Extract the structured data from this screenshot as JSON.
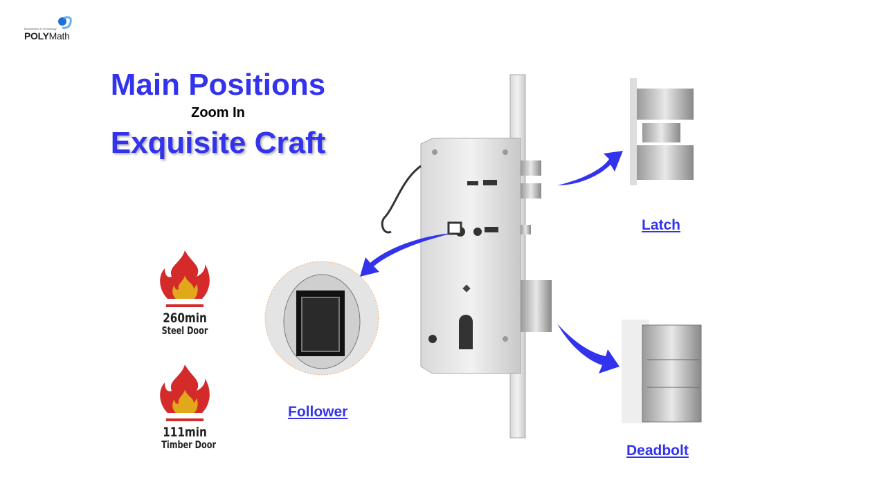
{
  "logo": {
    "tagline": "Biomimetics & Technology",
    "name_bold": "POLY",
    "name_regular": "Math"
  },
  "title": {
    "line1": "Main Positions",
    "line2": "Zoom In",
    "line3": "Exquisite Craft"
  },
  "fire_ratings": [
    {
      "time": "260min",
      "door": "Steel Door"
    },
    {
      "time": "111min",
      "door": "Timber Door"
    }
  ],
  "labels": {
    "follower": "Follower",
    "latch": "Latch",
    "deadbolt": "Deadbolt"
  },
  "colors": {
    "accent": "#3333ee",
    "fire_red": "#d42a2a",
    "fire_yellow": "#e0a81a"
  }
}
